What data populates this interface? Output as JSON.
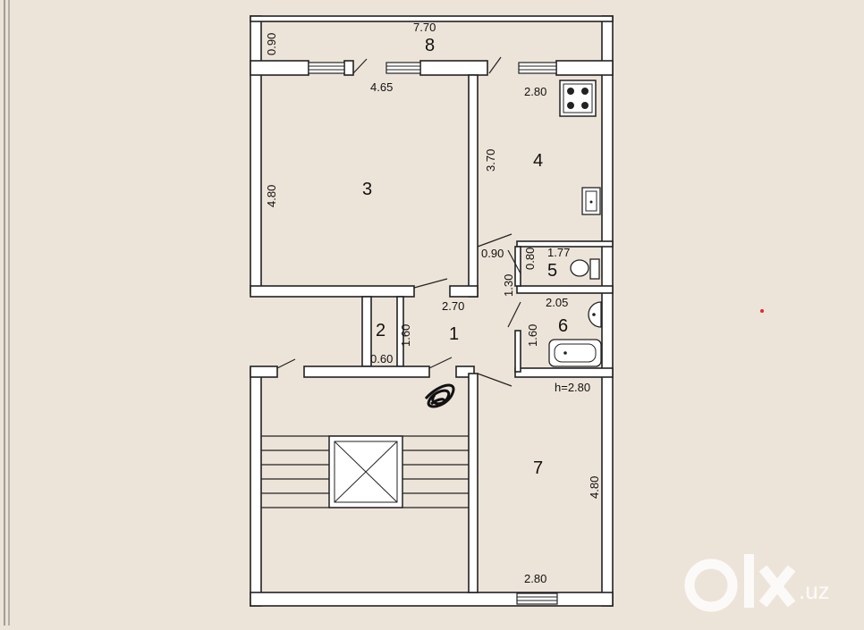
{
  "plan": {
    "height_label": "h=2.80",
    "rooms": [
      {
        "id": "1",
        "label": "1"
      },
      {
        "id": "2",
        "label": "2"
      },
      {
        "id": "3",
        "label": "3"
      },
      {
        "id": "4",
        "label": "4"
      },
      {
        "id": "5",
        "label": "5"
      },
      {
        "id": "6",
        "label": "6"
      },
      {
        "id": "7",
        "label": "7"
      },
      {
        "id": "8",
        "label": "8"
      }
    ],
    "dimensions": {
      "balcony_length": "7.70",
      "balcony_depth": "0.90",
      "room3_width": "4.65",
      "room3_length": "4.80",
      "kitchen_width": "2.80",
      "kitchen_length": "3.70",
      "wc_door": "0.90",
      "wc_width": "1.77",
      "wc_depth": "0.80",
      "corridor_side": "1.30",
      "hall_width": "2.70",
      "closet_length": "1.60",
      "closet_width": "0.60",
      "bath_width": "2.05",
      "bath_length": "1.60",
      "room7_length": "4.80",
      "room7_width": "2.80"
    }
  },
  "watermark": {
    "brand": "olx.uz"
  },
  "colors": {
    "paper": "#ede4d9",
    "line": "#222222",
    "wall": "#ffffff",
    "red_dot": "#e0282a"
  }
}
